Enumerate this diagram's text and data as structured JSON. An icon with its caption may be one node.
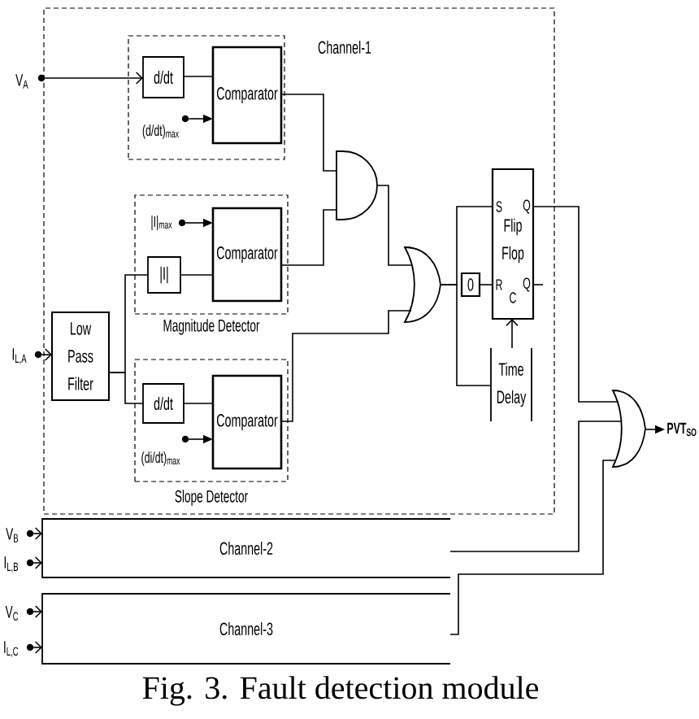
{
  "diagram": {
    "caption": "Fig. 3. Fault detection module",
    "nodes": [
      {
        "text": [],
        "shape": "circle",
        "beside": [
          "V$_{A}$"
        ]
      },
      {
        "text": [
          "Channel-1"
        ]
      },
      {
        "text": [],
        "shape": "box",
        "in": 1
      },
      {
        "text": [
          "d/dt"
        ],
        "in": 2
      },
      {
        "text": [],
        "shape": "circle",
        "beside": [
          "(d/dt)$_{max}$"
        ],
        "in": 2
      },
      {
        "text": [
          "Comparator"
        ],
        "in": 2
      },
      {
        "text": [
          "Magnitude Detector"
        ],
        "in": 1
      },
      {
        "text": [],
        "shape": "circle",
        "beside": [
          "|I|$_{max}$"
        ],
        "in": 6
      },
      {
        "text": [
          "|I|"
        ],
        "in": 6
      },
      {
        "text": [
          "Comparator"
        ],
        "in": 6
      },
      {
        "text": [],
        "shape": "circle",
        "beside": [
          "I$_{L,A}$"
        ]
      },
      {
        "text": [
          "Low Pass Filter"
        ],
        "in": 1
      },
      {
        "text": [
          "Slope Detector"
        ],
        "in": 1
      },
      {
        "text": [
          "d/dt"
        ],
        "in": 12
      },
      {
        "text": [],
        "shape": "circle",
        "beside": [
          "(di/dt)$_{max}$"
        ],
        "in": 12
      },
      {
        "text": [
          "Comparator"
        ],
        "in": 12
      },
      {
        "text": [],
        "shape": "gate",
        "in": 1
      },
      {
        "text": [],
        "shape": "gate",
        "in": 1
      },
      {
        "text": [
          "0"
        ],
        "in": 1
      },
      {
        "text": [
          "S",
          "Q",
          "Flip Flop",
          "R",
          "C",
          "Q"
        ],
        "in": 1
      },
      {
        "text": [
          "Time Delay"
        ],
        "in": 1
      },
      {
        "text": [],
        "shape": "gate"
      },
      {
        "text": [
          "PVT$_{SO}$"
        ]
      },
      {
        "text": [],
        "shape": "circle",
        "beside": [
          "V$_{B}$"
        ]
      },
      {
        "text": [],
        "shape": "circle",
        "beside": [
          "I$_{L,B}$"
        ]
      },
      {
        "text": [
          "Channel-2"
        ]
      },
      {
        "text": [],
        "shape": "circle",
        "beside": [
          "V$_{C}$"
        ]
      },
      {
        "text": [],
        "shape": "circle",
        "beside": [
          "I$_{L,C}$"
        ]
      },
      {
        "text": [
          "Channel-3"
        ]
      }
    ],
    "edges": [
      {
        "from": 0,
        "to": 3,
        "arrow": "to"
      },
      {
        "from": 3,
        "to": 5,
        "arrow": "none"
      },
      {
        "from": 4,
        "to": 5,
        "arrow": "to"
      },
      {
        "from": 7,
        "to": 9,
        "arrow": "to"
      },
      {
        "from": 8,
        "to": 9,
        "arrow": "none"
      },
      {
        "from": 10,
        "to": 11,
        "arrow": "to"
      },
      {
        "from": 11,
        "to": 8,
        "arrow": "none"
      },
      {
        "from": 11,
        "to": 13,
        "arrow": "none"
      },
      {
        "from": 13,
        "to": 15,
        "arrow": "none"
      },
      {
        "from": 14,
        "to": 15,
        "arrow": "to"
      },
      {
        "from": 5,
        "to": 16,
        "arrow": "none"
      },
      {
        "from": 9,
        "to": 16,
        "arrow": "none"
      },
      {
        "from": 16,
        "to": 17,
        "arrow": "none"
      },
      {
        "from": 15,
        "to": 17,
        "arrow": "none"
      },
      {
        "from": 17,
        "to": 19,
        "arrow": "none"
      },
      {
        "from": 17,
        "to": 20,
        "arrow": "none"
      },
      {
        "from": 18,
        "to": 19,
        "arrow": "none"
      },
      {
        "from": 20,
        "to": 19,
        "arrow": "to"
      },
      {
        "from": 19,
        "to": 21,
        "arrow": "none"
      },
      {
        "from": 25,
        "to": 21,
        "arrow": "none"
      },
      {
        "from": 28,
        "to": 21,
        "arrow": "none"
      },
      {
        "from": 21,
        "to": 22,
        "arrow": "to"
      },
      {
        "from": 23,
        "to": 25,
        "arrow": "to"
      },
      {
        "from": 24,
        "to": 25,
        "arrow": "to"
      },
      {
        "from": 26,
        "to": 28,
        "arrow": "to"
      },
      {
        "from": 27,
        "to": 28,
        "arrow": "to"
      },
      {
        "from": 19,
        "to": null,
        "arrow": "none"
      }
    ]
  }
}
